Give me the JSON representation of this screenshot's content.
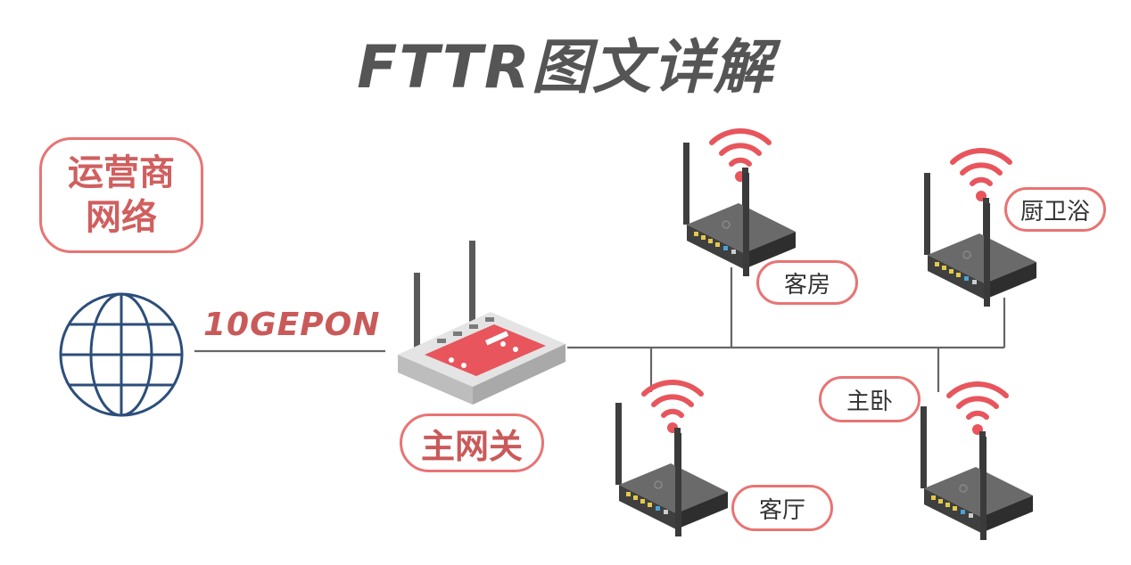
{
  "title": "FTTR图文详解",
  "operator_network": {
    "line1": "运营商",
    "line2": "网络"
  },
  "link_label": "10GEPON",
  "main_gateway": "主网关",
  "rooms": {
    "guest_room": "客房",
    "bathroom": "厨卫浴",
    "living_room": "客厅",
    "master_bedroom": "主卧"
  },
  "colors": {
    "accent": "#e87474",
    "globe": "#2c4e7a",
    "router_body": "#4a4a4a",
    "gateway_body": "#d8d8d8",
    "gateway_panel": "#e8555c",
    "line": "#666666"
  }
}
